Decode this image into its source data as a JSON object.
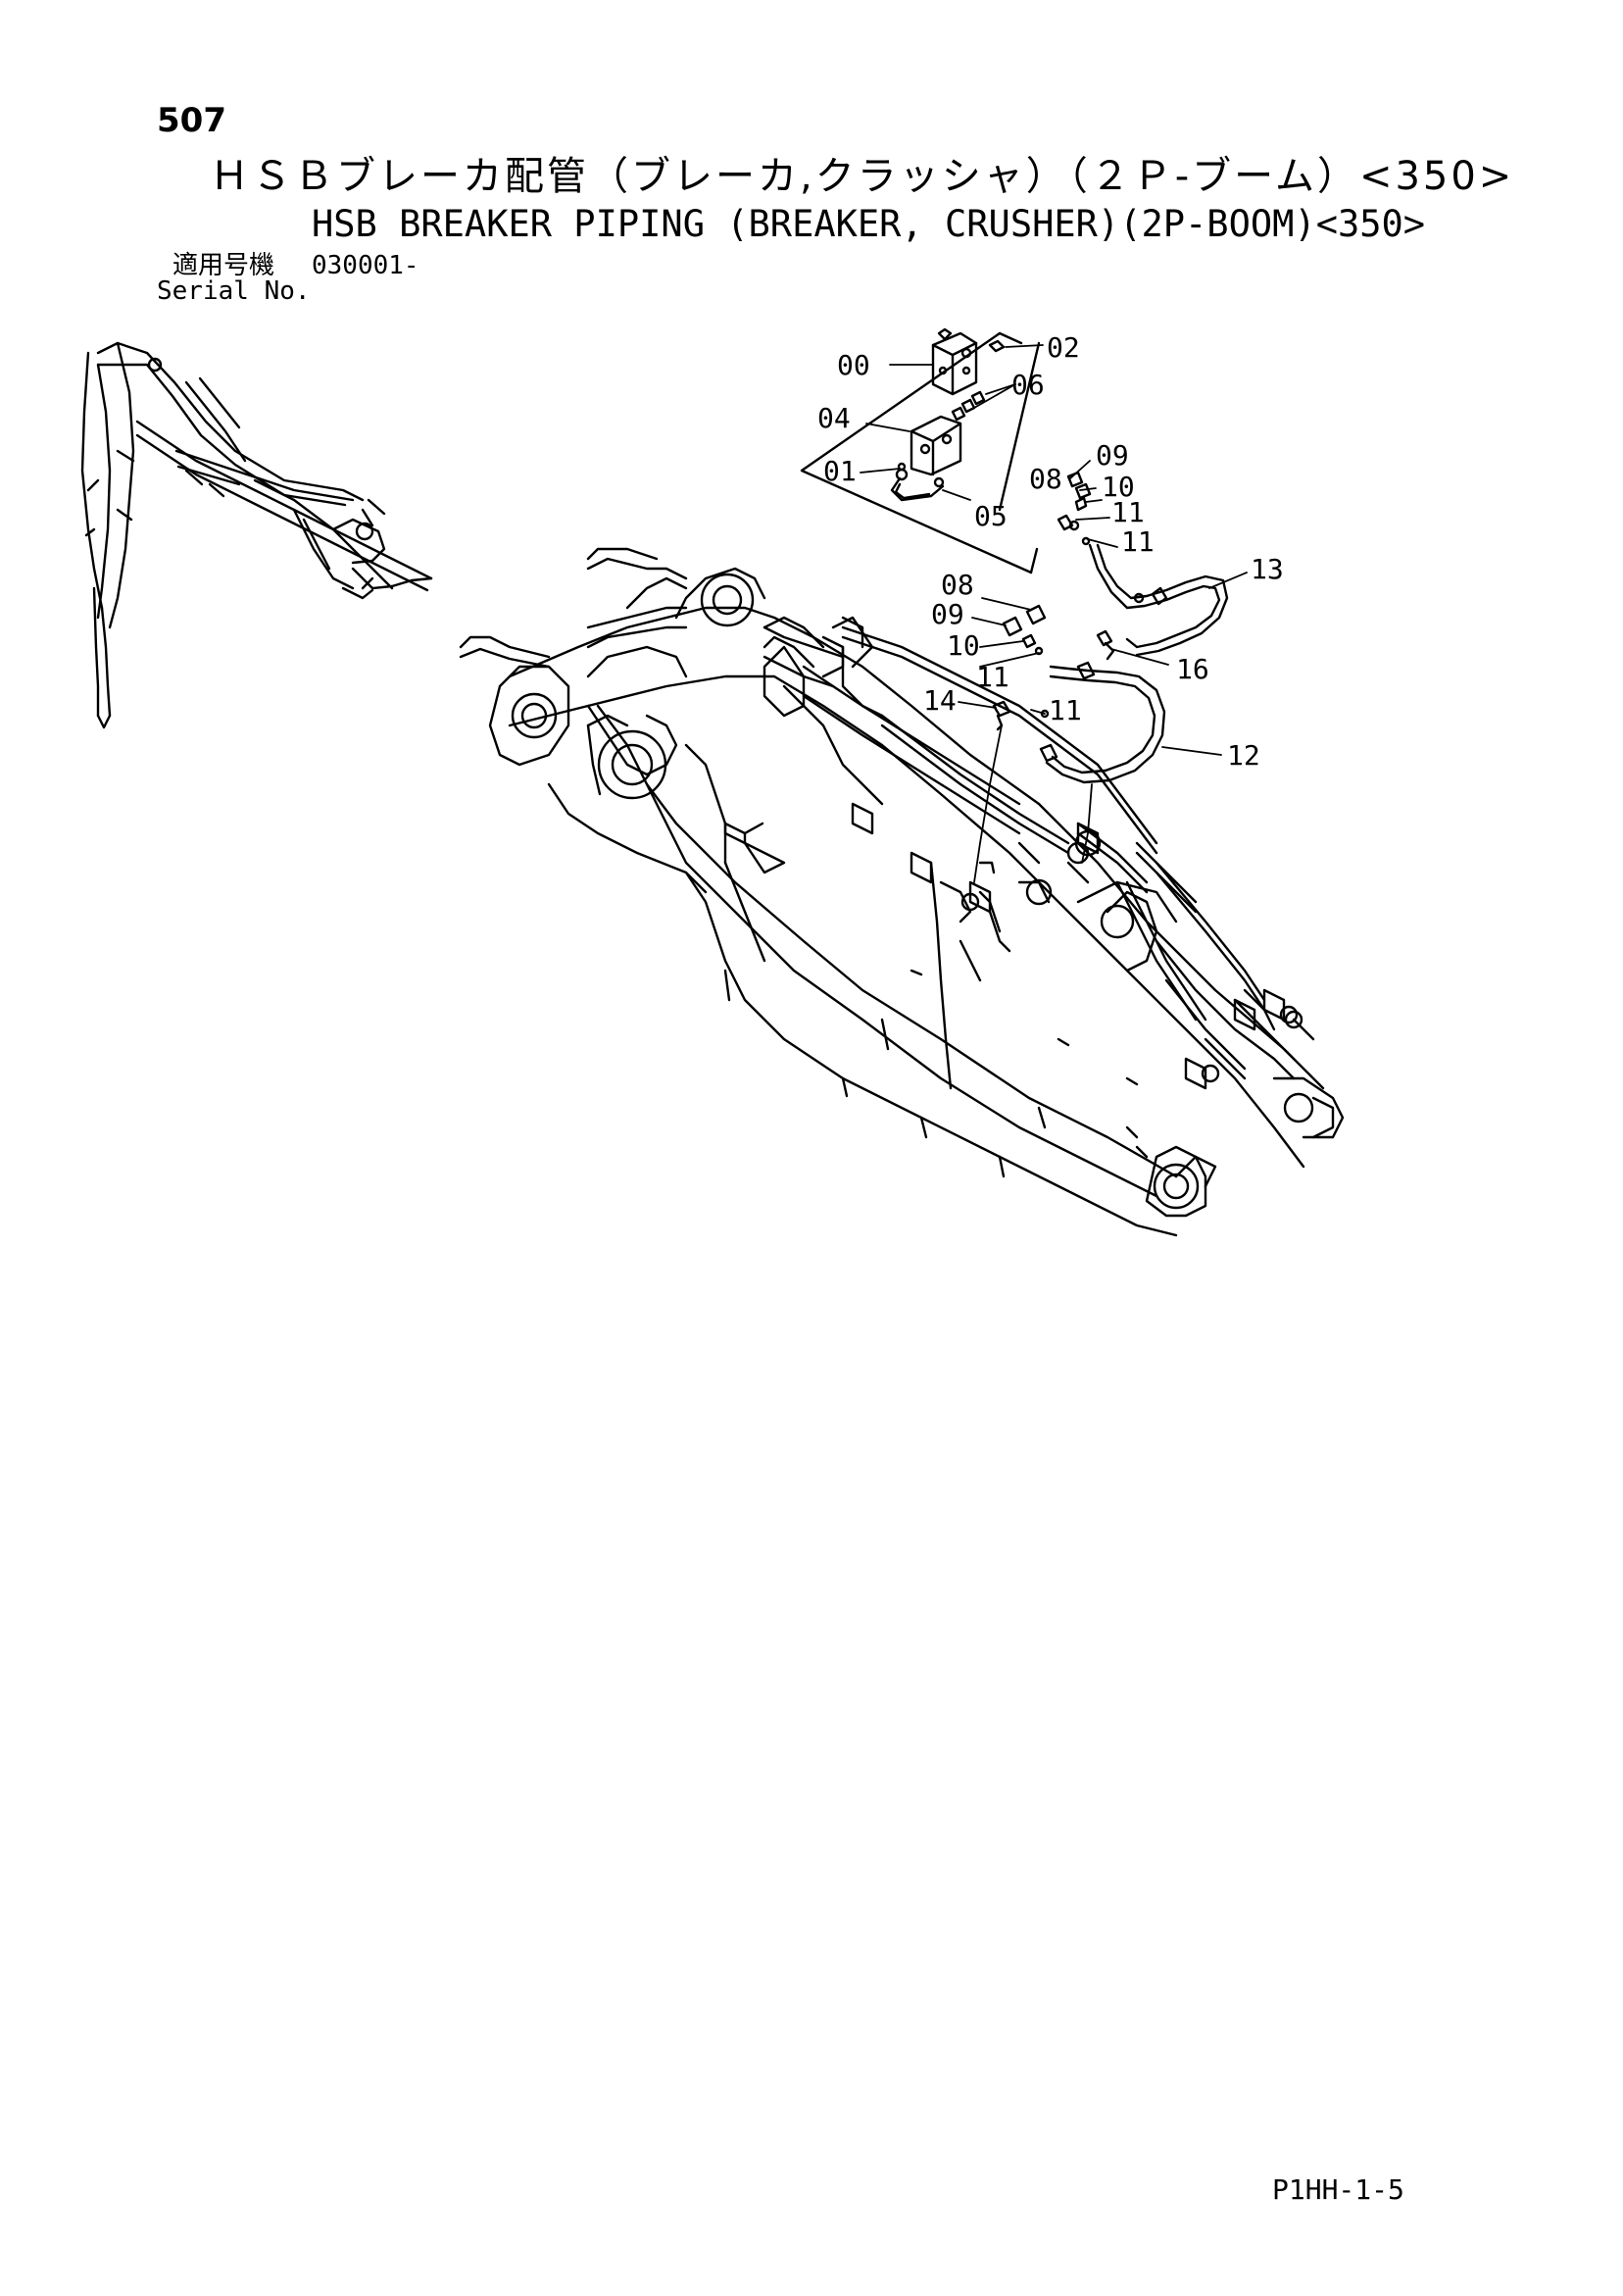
{
  "page_number": "507",
  "title_jp": "ＨＳＢブレーカ配管（ブレーカ,クラッシャ）（２Ｐ-ブーム）<350>",
  "title_en": "HSB BREAKER PIPING (BREAKER, CRUSHER)(2P-BOOM)<350>",
  "serial": {
    "label_jp": "適用号機",
    "label_en": "Serial No.",
    "value": "030001-"
  },
  "callouts": {
    "c00": "00",
    "c01": "01",
    "c02": "02",
    "c04": "04",
    "c05": "05",
    "c06": "06",
    "c08a": "08",
    "c09a": "09",
    "c10a": "10",
    "c11a": "11",
    "c11b": "11",
    "c13": "13",
    "c08b": "08",
    "c09b": "09",
    "c10b": "10",
    "c11c": "11",
    "c16": "16",
    "c14": "14",
    "c11d": "11",
    "c12": "12"
  },
  "footer_code": "P1HH-1-5"
}
